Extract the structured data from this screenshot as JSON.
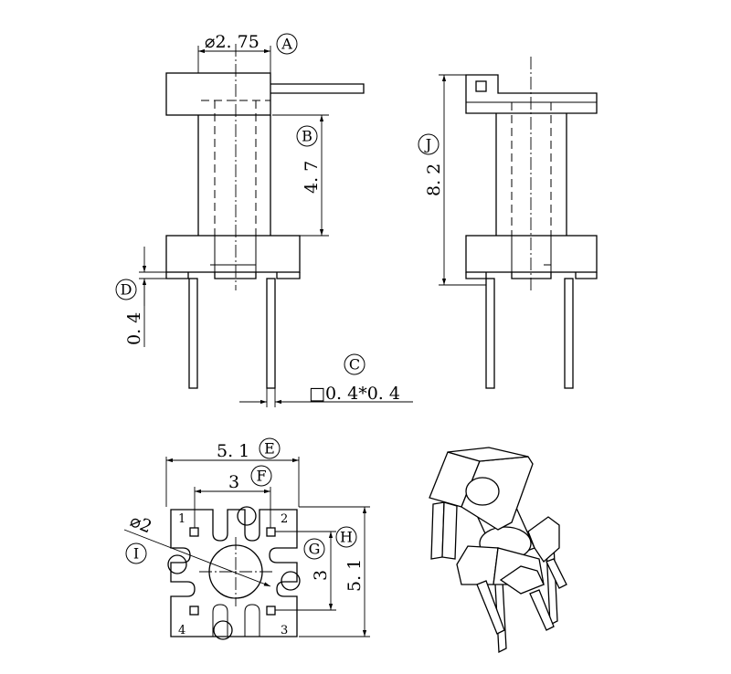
{
  "dimensions": {
    "A": "⌀2. 75",
    "B": "4. 7",
    "C": "□0. 4*0. 4",
    "D": "0. 4",
    "E": "5. 1",
    "F": "3",
    "G": "3",
    "H": "5. 1",
    "I": "⌀2",
    "J": "8. 2"
  },
  "callouts": {
    "A": "A",
    "B": "B",
    "C": "C",
    "D": "D",
    "E": "E",
    "F": "F",
    "G": "G",
    "H": "H",
    "I": "I",
    "J": "J"
  },
  "pins": [
    "1",
    "2",
    "3",
    "4"
  ]
}
